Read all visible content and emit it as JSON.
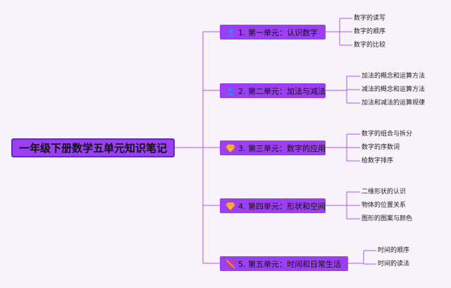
{
  "title": "一年级下册数学五单元知识笔记",
  "units": [
    {
      "label": "1. 第一单元：认识数字",
      "icon": "person-icon",
      "topics": [
        "数字的读写",
        "数字的顺序",
        "数字的比较"
      ]
    },
    {
      "label": "2. 第二单元：加法与减法",
      "icon": "person-icon",
      "topics": [
        "加法的概念和运算方法",
        "减法的概念和运算方法",
        "加法和减法的运算规律"
      ]
    },
    {
      "label": "3. 第三单元：数字的应用",
      "icon": "diamond-icon",
      "topics": [
        "数字的组合与拆分",
        "数字的序数词",
        "给数字排序"
      ]
    },
    {
      "label": "4. 第四单元：形状和空间",
      "icon": "diamond-icon",
      "topics": [
        "二维形状的认识",
        "物体的位置关系",
        "图形的图案与颜色"
      ]
    },
    {
      "label": "5. 第五单元：时间和日常生活",
      "icon": "tools-icon",
      "topics": [
        "时间的顺序",
        "时间的读法"
      ]
    }
  ],
  "colors": {
    "node": "#9b3ff0",
    "root_border": "#5a2dbd",
    "line": "#a55ae8",
    "background": "#f8f3fb"
  }
}
